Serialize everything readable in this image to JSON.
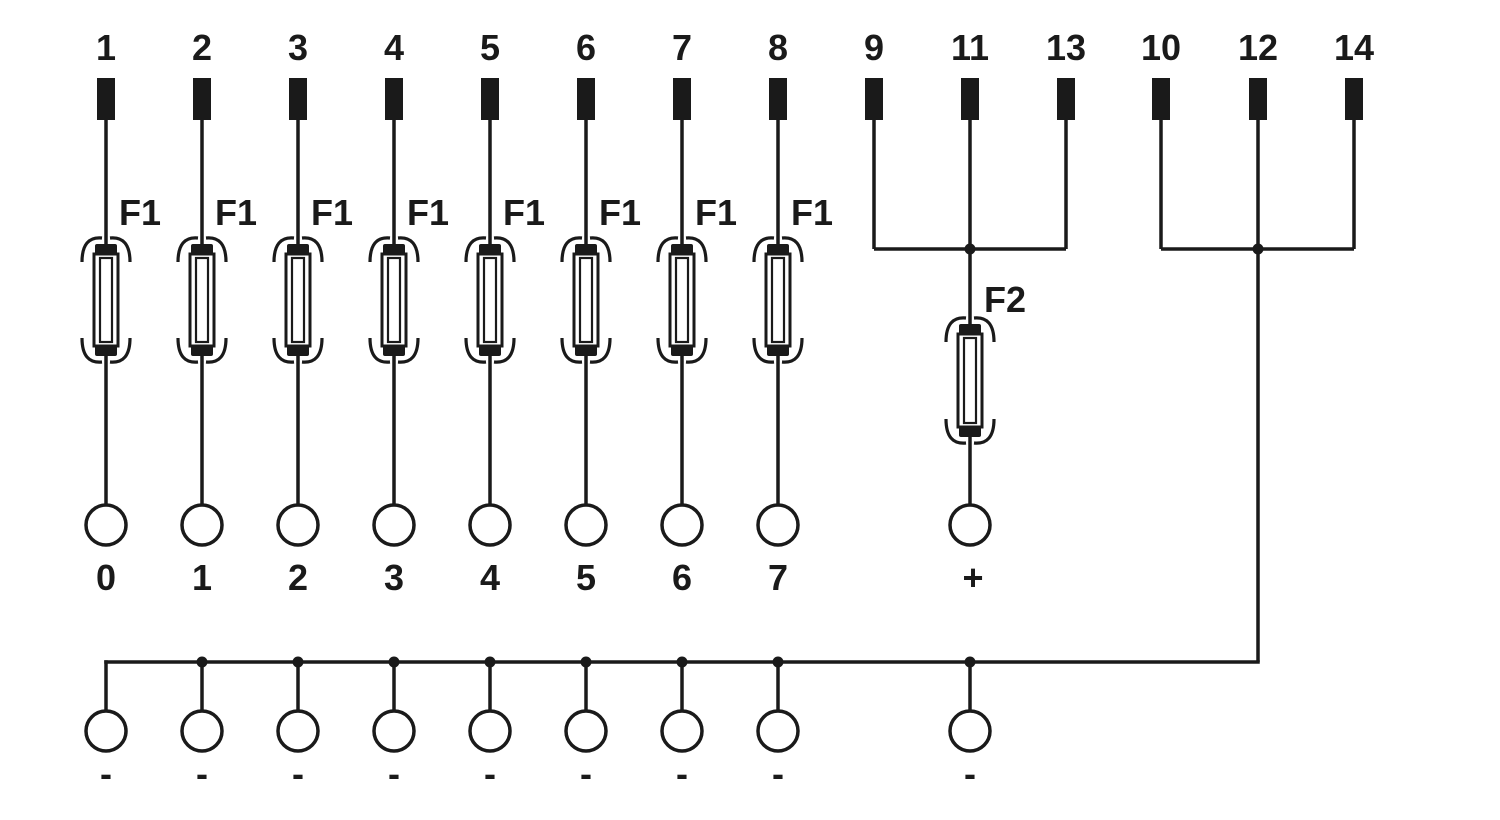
{
  "channels": [
    {
      "pin": "1",
      "fuse": "F1",
      "terminal": "0",
      "ground": "-"
    },
    {
      "pin": "2",
      "fuse": "F1",
      "terminal": "1",
      "ground": "-"
    },
    {
      "pin": "3",
      "fuse": "F1",
      "terminal": "2",
      "ground": "-"
    },
    {
      "pin": "4",
      "fuse": "F1",
      "terminal": "3",
      "ground": "-"
    },
    {
      "pin": "5",
      "fuse": "F1",
      "terminal": "4",
      "ground": "-"
    },
    {
      "pin": "6",
      "fuse": "F1",
      "terminal": "5",
      "ground": "-"
    },
    {
      "pin": "7",
      "fuse": "F1",
      "terminal": "6",
      "ground": "-"
    },
    {
      "pin": "8",
      "fuse": "F1",
      "terminal": "7",
      "ground": "-"
    }
  ],
  "supply_group": {
    "pins": [
      "9",
      "11",
      "13"
    ],
    "fuse": "F2",
    "terminal": "+",
    "ground": "-"
  },
  "return_group": {
    "pins": [
      "10",
      "12",
      "14"
    ]
  },
  "colors": {
    "line": "#1a1a1a",
    "background": "#ffffff"
  }
}
